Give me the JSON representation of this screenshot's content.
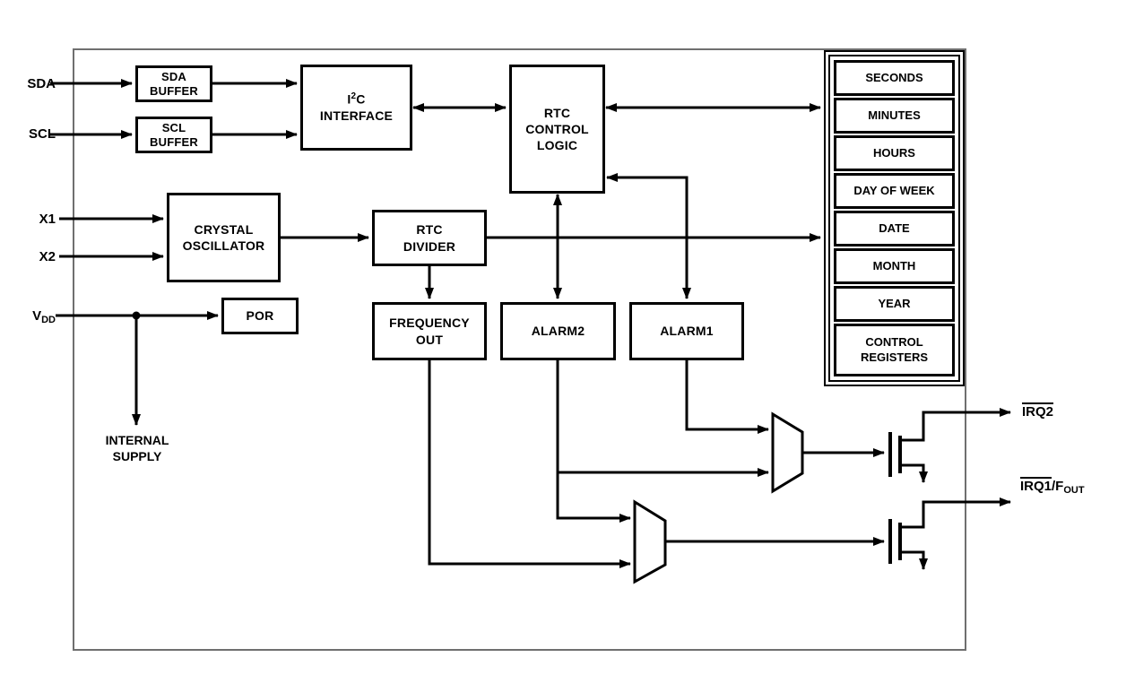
{
  "pins": {
    "sda": "SDA",
    "scl": "SCL",
    "x1": "X1",
    "x2": "X2",
    "vdd_base": "V",
    "vdd_sub": "DD"
  },
  "blocks": {
    "sda_buffer": [
      "SDA",
      "BUFFER"
    ],
    "scl_buffer": [
      "SCL",
      "BUFFER"
    ],
    "i2c": {
      "base1": "I",
      "sup": "2",
      "base2": "C",
      "line2": "INTERFACE"
    },
    "rtc_control_logic": [
      "RTC",
      "CONTROL",
      "LOGIC"
    ],
    "crystal_oscillator": [
      "CRYSTAL",
      "OSCILLATOR"
    ],
    "rtc_divider": [
      "RTC",
      "DIVIDER"
    ],
    "por": "POR",
    "frequency_out": [
      "FREQUENCY",
      "OUT"
    ],
    "alarm2": "ALARM2",
    "alarm1": "ALARM1"
  },
  "registers": {
    "rows": [
      "SECONDS",
      "MINUTES",
      "HOURS",
      "DAY OF WEEK",
      "DATE",
      "MONTH",
      "YEAR",
      "CONTROL REGISTERS"
    ]
  },
  "labels": {
    "internal_supply": [
      "INTERNAL",
      "SUPPLY"
    ]
  },
  "outputs": {
    "irq2_overline": "IRQ2",
    "irq1_overline": "IRQ1",
    "irq1_plain": "/F",
    "irq1_sub": "OUT"
  },
  "colors": {
    "wire": "#000000",
    "boundary": "#6f6f6f",
    "background": "#ffffff"
  }
}
